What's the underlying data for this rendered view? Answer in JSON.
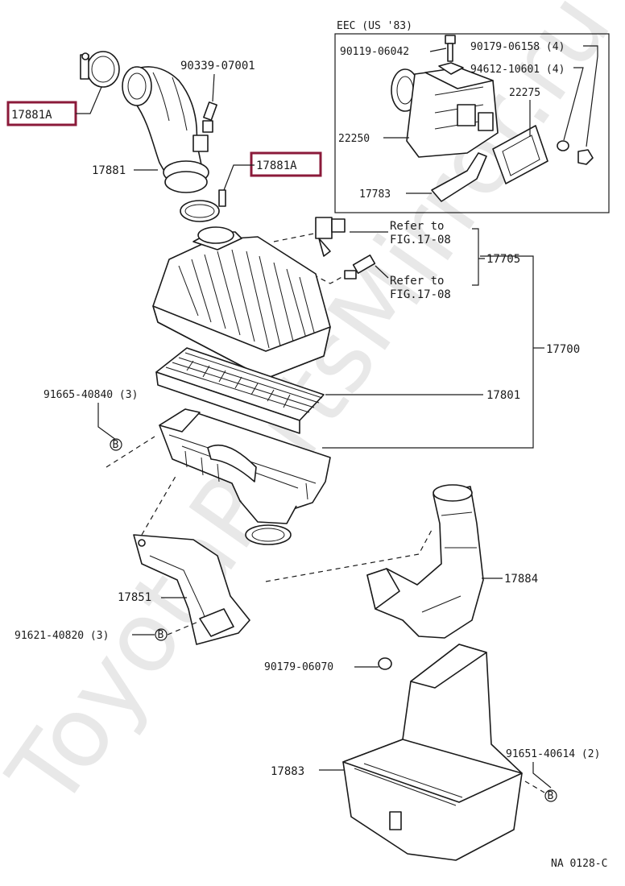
{
  "watermark": "ToyotaPartsMirror.ru",
  "eec_title": "EEC (US '83)",
  "ref_code": "NA 0128-C",
  "highlight_color": "#8b1a3a",
  "bullet_symbol": "B",
  "labels": {
    "p17881A_top": "17881A",
    "p17881A_mid": "17881A",
    "p90339": "90339-07001",
    "p17881": "17881",
    "p90119": "90119-06042",
    "p90179_06158": "90179-06158 (4)",
    "p94612": "94612-10601 (4)",
    "p22275": "22275",
    "p22250": "22250",
    "p17783": "17783",
    "refer1_a": "Refer to",
    "refer1_b": "FIG.17-08",
    "refer2_a": "Refer to",
    "refer2_b": "FIG.17-08",
    "p17705": "17705",
    "p17700": "17700",
    "p91665": "91665-40840 (3)",
    "p17801": "17801",
    "p17851": "17851",
    "p91621": "91621-40820 (3)",
    "p17884": "17884",
    "p90179_06070": "90179-06070",
    "p17883": "17883",
    "p91651": "91651-40614 (2)"
  }
}
